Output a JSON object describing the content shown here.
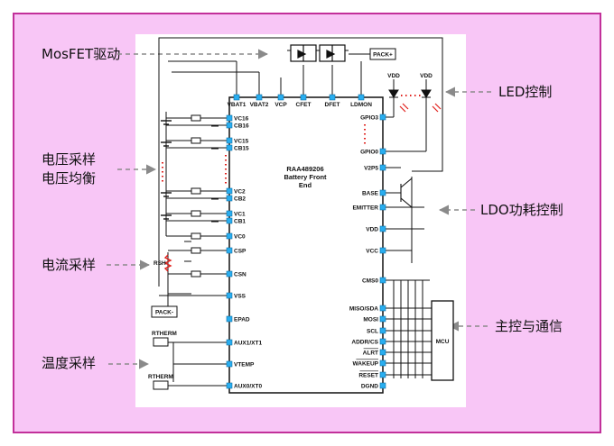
{
  "annotations": {
    "mosfet": "MosFET驱动",
    "voltage": [
      "电压采样",
      "电压均衡"
    ],
    "current": "电流采样",
    "temperature": "温度采样",
    "led": "LED控制",
    "ldo": "LDO功耗控制",
    "mcu_comm": "主控与通信"
  },
  "chip": {
    "name": "RAA489206",
    "subtitle_1": "Battery Front",
    "subtitle_2": "End"
  },
  "pins": {
    "top": [
      "VBAT1",
      "VBAT2",
      "VCP",
      "CFET",
      "DFET",
      "LDMON"
    ],
    "left": [
      "VC16",
      "CB16",
      "VC15",
      "CB15",
      "VC2",
      "CB2",
      "VC1",
      "CB1",
      "VC0",
      "CSP",
      "CSN",
      "VSS",
      "EPAD",
      "AUX1/XT1",
      "VTEMP",
      "AUX0/XT0"
    ],
    "right": [
      "GPIO3",
      "GPIO0",
      "V2P5",
      "BASE",
      "EMITTER",
      "VDD",
      "VCC",
      "CMS0",
      "MISO/SDA",
      "MOSI",
      "SCL",
      "ADDR/CS",
      "ALRT",
      "WAKEUP",
      "RESET",
      "DGND"
    ]
  },
  "external": {
    "pack_plus": "PACK+",
    "pack_minus": "PACK-",
    "vdd_1": "VDD",
    "vdd_2": "VDD",
    "rsh": "RSH",
    "rtherm_1": "RTHERM",
    "rtherm_2": "RTHERM",
    "mcu": "MCU"
  },
  "colors": {
    "frame_fill": "#f8c6f6",
    "frame_border": "#c2309a",
    "pin_pad": "#29aef0",
    "highlight": "#e0201c",
    "arrow": "#8a8a8a"
  }
}
